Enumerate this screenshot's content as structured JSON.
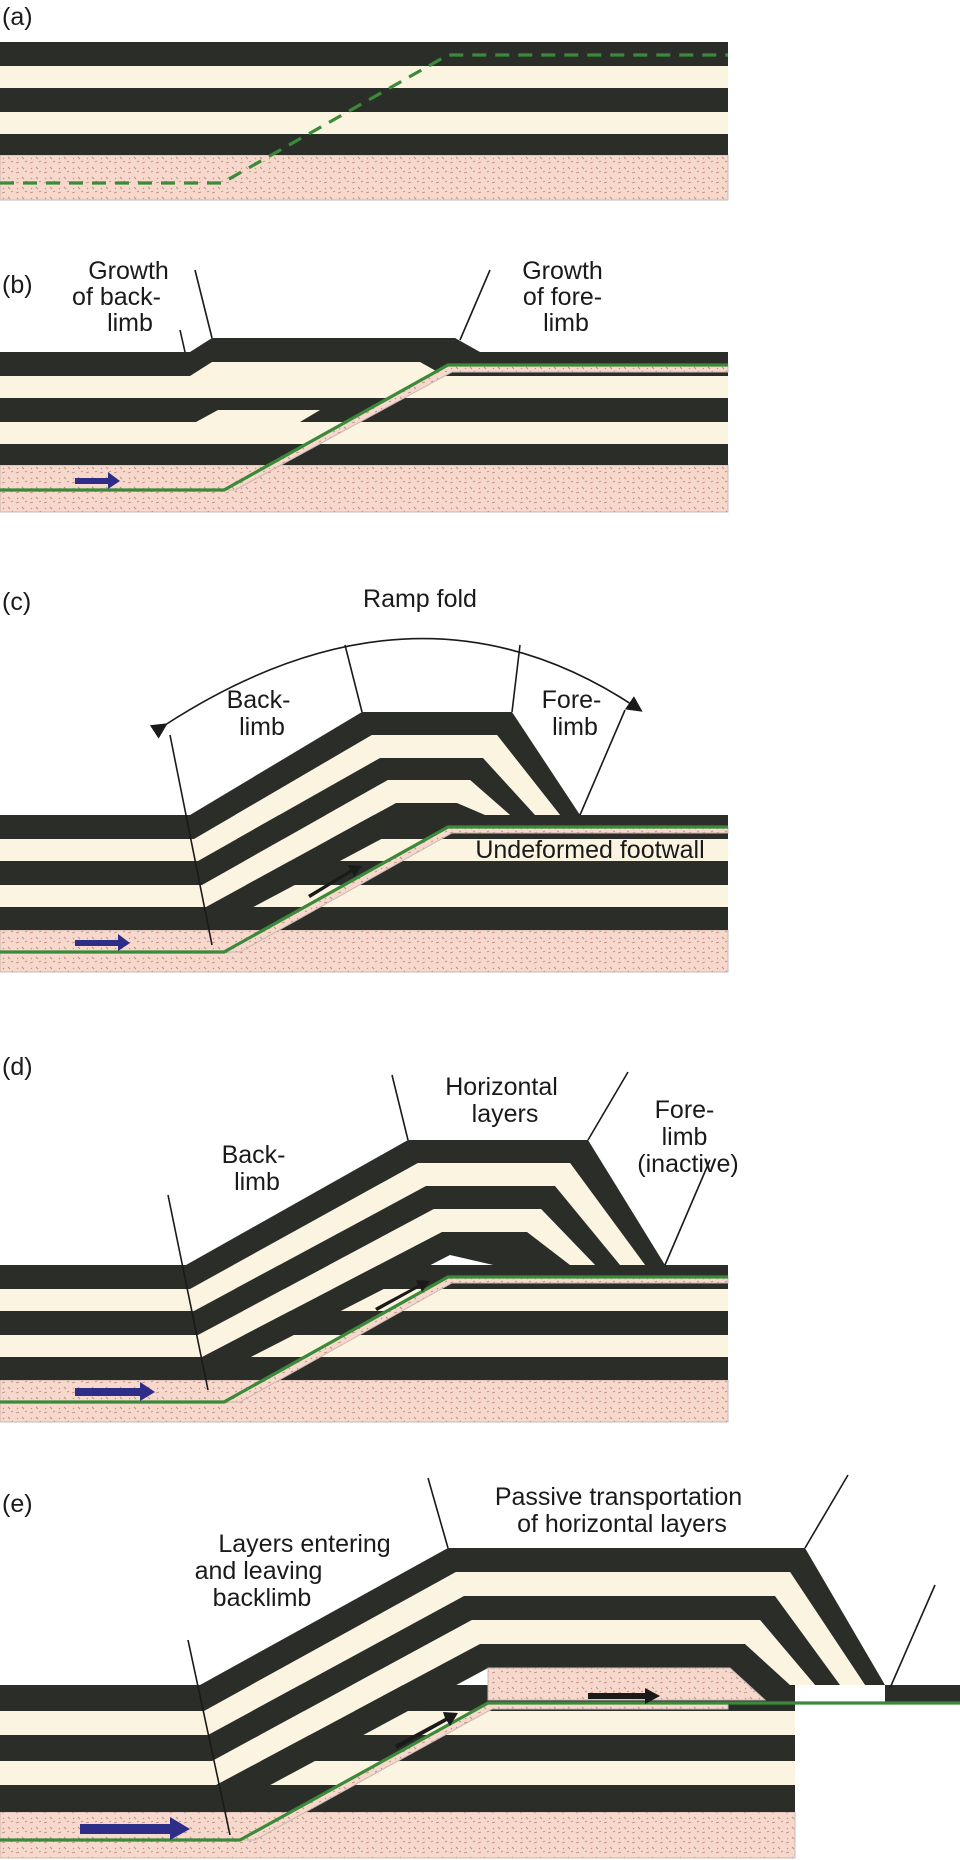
{
  "panels": {
    "a": {
      "tag": "(a)"
    },
    "b": {
      "tag": "(b)",
      "label_backlimb": [
        "Growth",
        "of back-",
        "limb"
      ],
      "label_forelimb": [
        "Growth",
        "of fore-",
        "limb"
      ]
    },
    "c": {
      "tag": "(c)",
      "label_ramp_fold": "Ramp fold",
      "label_backlimb": [
        "Back-",
        "limb"
      ],
      "label_forelimb": [
        "Fore-",
        "limb"
      ],
      "label_footwall": "Undeformed footwall"
    },
    "d": {
      "tag": "(d)",
      "label_backlimb": [
        "Back-",
        "limb"
      ],
      "label_horizontal": [
        "Horizontal",
        "layers"
      ],
      "label_forelimb": [
        "Fore-",
        "limb",
        "(inactive)"
      ]
    },
    "e": {
      "tag": "(e)",
      "label_backlimb": [
        "Layers entering",
        "and leaving",
        "backlimb"
      ],
      "label_passive": [
        "Passive transportation",
        "of horizontal layers"
      ]
    }
  },
  "colors": {
    "dark_layer": "#2b2d29",
    "light_layer": "#fbf4e0",
    "basement": "#f6d8cc",
    "fault": "#3a8a3a",
    "arrow": "#2e2e88"
  }
}
